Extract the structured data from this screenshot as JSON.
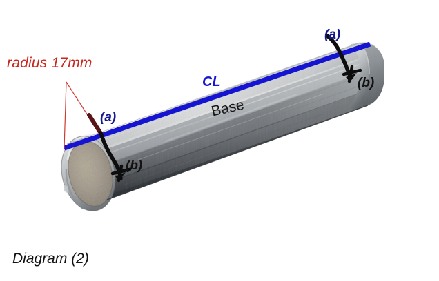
{
  "figure": {
    "caption": "Diagram (2)",
    "background_color": "#ffffff",
    "subject": "aluminium pipe / tube drawn in perspective"
  },
  "annotations": {
    "radius_label": "radius 17mm",
    "radius_label_color": "#c8281e",
    "centerline_label": "CL",
    "centerline_label_color": "#1516cf",
    "centerline_color": "#1414d2",
    "base_label": "Base",
    "base_label_color": "#171717",
    "marks": [
      {
        "id": "left-end",
        "point_a": "(a)",
        "point_b": "(b)",
        "a_color": "#161a8e",
        "b_color": "#121212",
        "stroke_color": "#0d0d0d"
      },
      {
        "id": "right-end",
        "point_a": "(a)",
        "point_b": "(b)",
        "a_color": "#161a8e",
        "b_color": "#121212",
        "stroke_color": "#0d0d0d"
      }
    ]
  },
  "pipe": {
    "body_light": "#d9dbdd",
    "body_mid": "#a9adb0",
    "body_dark": "#6f7478",
    "body_shadow": "#3c4045",
    "bore_color": "#9c9385",
    "rim_color": "#c9cbcc"
  }
}
